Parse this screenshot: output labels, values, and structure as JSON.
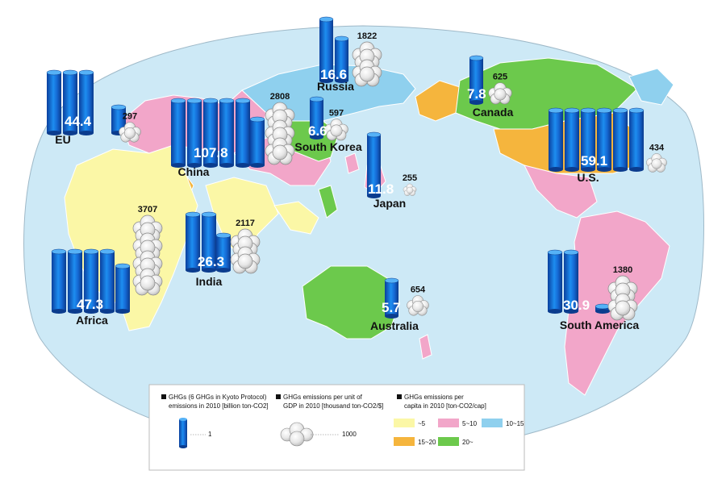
{
  "colors": {
    "ocean": "#cde9f6",
    "band_0_5": "#fbf7a6",
    "band_5_10": "#f2a6c9",
    "band_10_15": "#8fd0ee",
    "band_15_20": "#f5b53d",
    "band_20_up": "#6cc94c"
  },
  "regions": [
    {
      "name": "EU",
      "ghg": "44.4",
      "gdp": "297",
      "cyl_count": 4
    },
    {
      "name": "China",
      "ghg": "107.8",
      "gdp": "2808",
      "cyl_count": 6
    },
    {
      "name": "Russia",
      "ghg": "16.6",
      "gdp": "1822",
      "cyl_count": 2
    },
    {
      "name": "South Korea",
      "ghg": "6.6",
      "gdp": "597",
      "cyl_count": 1
    },
    {
      "name": "Japan",
      "ghg": "11.8",
      "gdp": "255",
      "cyl_count": 1
    },
    {
      "name": "Canada",
      "ghg": "7.8",
      "gdp": "625",
      "cyl_count": 1
    },
    {
      "name": "U.S.",
      "ghg": "59.1",
      "gdp": "434",
      "cyl_count": 6
    },
    {
      "name": "India",
      "ghg": "26.3",
      "gdp": "2117",
      "cyl_count": 3
    },
    {
      "name": "Africa",
      "ghg": "47.3",
      "gdp": "3707",
      "cyl_count": 5
    },
    {
      "name": "Australia",
      "ghg": "5.7",
      "gdp": "654",
      "cyl_count": 1
    },
    {
      "name": "South America",
      "ghg": "30.9",
      "gdp": "1380",
      "cyl_count": 3
    }
  ],
  "legend": {
    "ghg_title_line1": "GHGs (6 GHGs in Kyoto Protocol)",
    "ghg_title_line2": "emissions in 2010 [billion ton-CO2]",
    "ghg_unit": "1",
    "gdp_title_line1": "GHGs emissions per unit of",
    "gdp_title_line2": "GDP in 2010 [thousand ton-CO2/$]",
    "gdp_unit": "1000",
    "cap_title_line1": "GHGs emissions per",
    "cap_title_line2": "capita in 2010 [ton-CO2/cap]",
    "bands": [
      "~5",
      "5~10",
      "10~15",
      "15~20",
      "20~"
    ]
  }
}
